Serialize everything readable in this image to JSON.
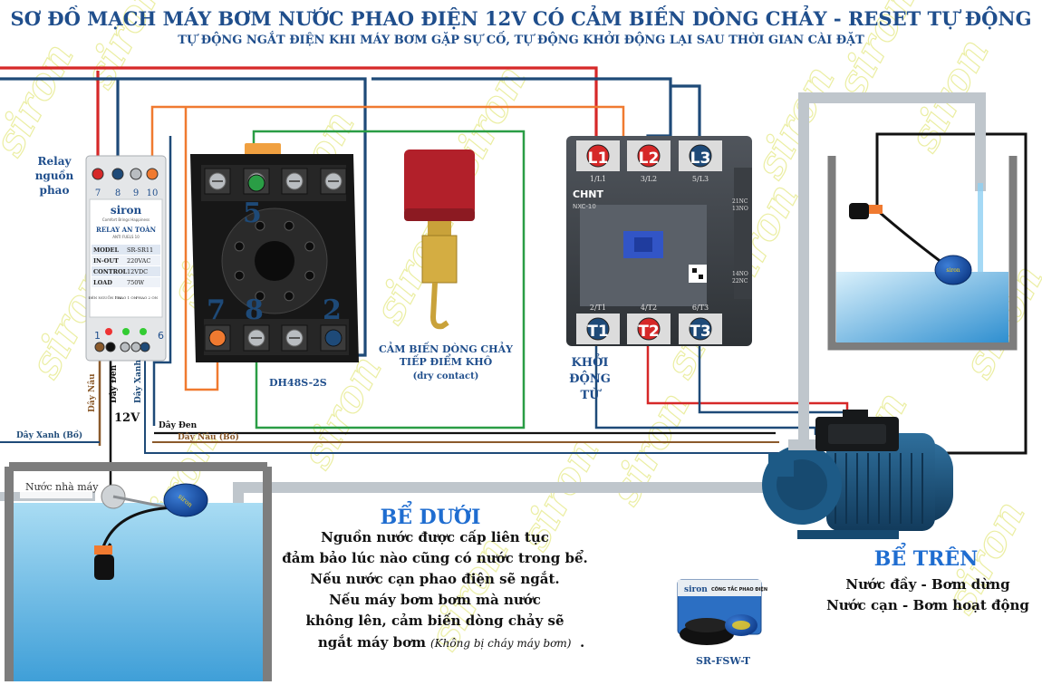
{
  "header": {
    "title": "SƠ ĐỒ MẠCH MÁY BƠM NƯỚC PHAO ĐIỆN 12V CÓ CẢM BIẾN DÒNG CHẢY - RESET TỰ ĐỘNG",
    "subtitle": "TỰ ĐỘNG NGẮT ĐIỆN KHI MÁY BƠM GẶP SỰ CỐ, TỰ ĐỘNG KHỞI ĐỘNG LẠI SAU THỜI GIAN CÀI ĐẶT"
  },
  "watermark": "siron",
  "colors": {
    "title": "#1f4e8c",
    "wire_red": "#d62828",
    "wire_blue": "#1e4a78",
    "wire_orange": "#f07a30",
    "wire_green": "#2a9d45",
    "wire_black": "#111111",
    "wire_brown": "#8b5a2b",
    "water": "#7ec8ea",
    "watermark": "#e6ea8c"
  },
  "relay": {
    "caption": [
      "Relay",
      "nguồn",
      "phao"
    ],
    "top_terminals": [
      "7",
      "8",
      "9",
      "10"
    ],
    "bottom_terminals": [
      "1",
      "6"
    ],
    "brand": "siron",
    "brand_tag": "Comfort Brings Happiness",
    "name": "RELAY AN TOÀN",
    "model_code": "ANTI FUELS 10",
    "specs": [
      {
        "label": "MODEL",
        "value": "SR-SR11"
      },
      {
        "label": "IN-OUT",
        "value": "220VAC"
      },
      {
        "label": "CONTROL",
        "value": "12VDC"
      },
      {
        "label": "LOAD",
        "value": "750W"
      }
    ],
    "indicators": [
      "ĐÈN NGUỒN 12V",
      "PHAO 1 ON",
      "PHAO 2 ON"
    ]
  },
  "timer": {
    "terminal_numbers": [
      "5",
      "7",
      "8",
      "2"
    ],
    "label": "DH48S-2S"
  },
  "flow_sensor": {
    "label_line1": "CẢM BIẾN DÒNG CHẢY",
    "label_line2": "TIẾP ĐIỂM KHÔ",
    "label_line3": "(dry contact)"
  },
  "contactor": {
    "brand": "CHNT",
    "model": "NXC-10",
    "top_terminals": [
      "L1",
      "L2",
      "L3"
    ],
    "top_sub": [
      "1/L1",
      "3/L2",
      "5/L3"
    ],
    "bottom_terminals": [
      "T1",
      "T2",
      "T3"
    ],
    "bottom_sub": [
      "2/T1",
      "4/T2",
      "6/T3"
    ],
    "side_top": [
      "21NC",
      "13NO"
    ],
    "side_bottom": [
      "14NO",
      "22NC"
    ],
    "caption": [
      "KHỞI",
      "ĐỘNG",
      "TỪ"
    ]
  },
  "wires": {
    "brown": "Dây Nâu",
    "black": "Dây Đen",
    "blue": "Dây Xanh",
    "voltage": "12V",
    "blue_float": "Dây Xanh (Bồ)",
    "brown_float": "Dây Nâu (Bồ)"
  },
  "lower_tank": {
    "inlet_label": "Nước nhà máy",
    "float_brand": "siron",
    "title": "BỂ DƯỚI",
    "lines": [
      "Nguồn nước được cấp liên tục",
      "đảm bảo lúc nào cũng có nước trong bể.",
      "Nếu nước cạn phao điện sẽ ngắt.",
      "Nếu máy bơm bơm mà nước",
      "không lên, cảm biến dòng chảy sẽ",
      "ngắt máy bơm"
    ],
    "note": "(Không bị cháy máy bơm)"
  },
  "upper_tank": {
    "float_brand": "siron",
    "title": "BỂ TRÊN",
    "lines": [
      "Nước đầy - Bơm dừng",
      "Nước cạn - Bơm hoạt động"
    ]
  },
  "product": {
    "brand": "siron",
    "box_title": "CÔNG TẮC PHAO ĐIỆN",
    "label": "SR-FSW-T"
  }
}
